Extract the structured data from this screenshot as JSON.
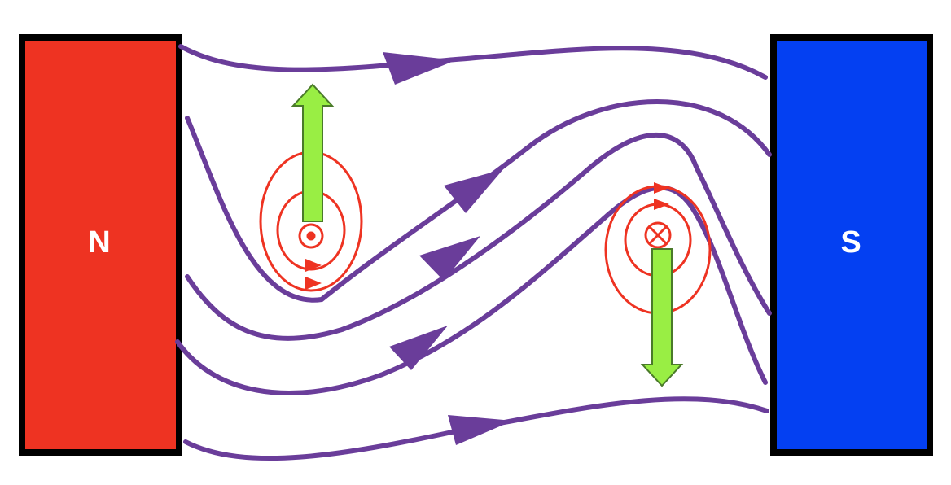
{
  "magnets": {
    "north": {
      "label": "N",
      "color": "#ee3322"
    },
    "south": {
      "label": "S",
      "color": "#0440f2"
    }
  },
  "colors": {
    "field_line": "#6a3d9a",
    "conductor_field": "#ee3322",
    "force_arrow": "#99ee44",
    "outline": "#000000"
  },
  "conductors": [
    {
      "current_direction": "out-of-page",
      "symbol": "dot",
      "force_direction": "up"
    },
    {
      "current_direction": "into-page",
      "symbol": "cross",
      "force_direction": "down"
    }
  ],
  "icons": {
    "current_out": "dot-in-circle-icon",
    "current_in": "cross-in-circle-icon",
    "force": "arrow-icon"
  }
}
